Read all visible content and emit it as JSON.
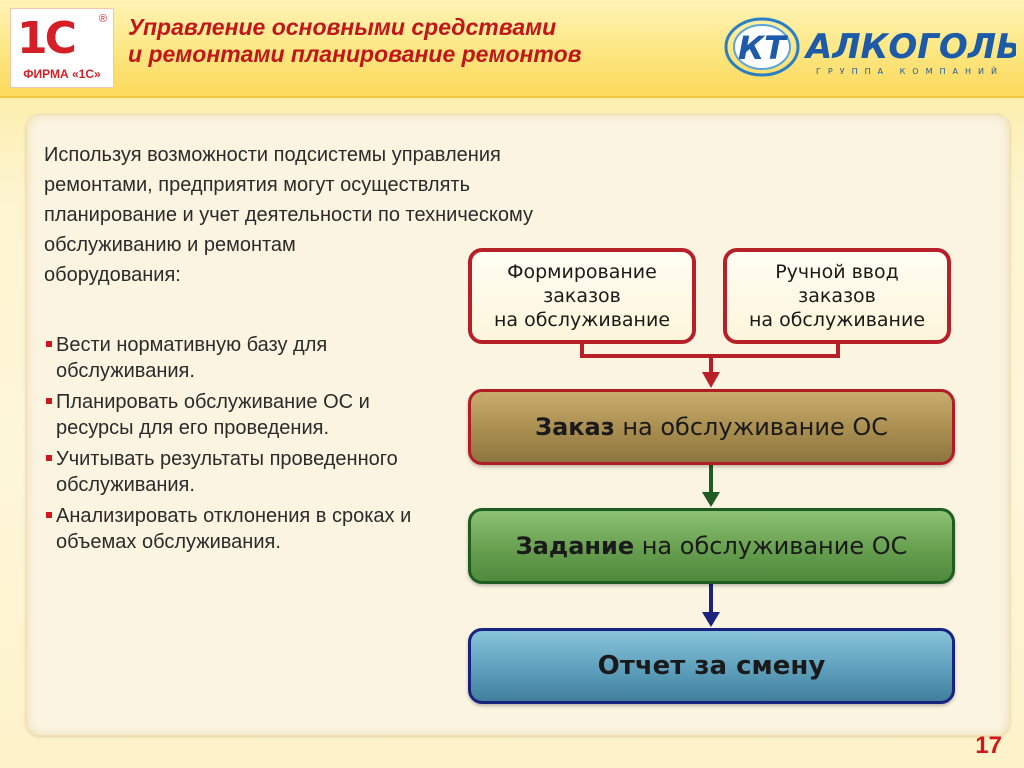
{
  "header": {
    "logo_1c_mark": "1С",
    "logo_1c_reg": "®",
    "logo_1c_caption": "ФИРМА «1С»",
    "title_line1": "Управление основными средствами",
    "title_line2": "и ремонтами планирование ремонтов",
    "partner_logo_mark": "КТ",
    "partner_logo_name": "АЛКОГОЛЬ",
    "partner_logo_subtitle": "ГРУППА КОМПАНИЙ"
  },
  "intro": {
    "lines": [
      "Используя возможности подсистемы управления",
      "ремонтами, предприятия могут осуществлять",
      "планирование и учет деятельности по техническому",
      "обслуживанию и ремонтам",
      "оборудования:"
    ]
  },
  "bullets": [
    "Вести нормативную базу для обслуживания.",
    "Планировать обслуживание ОС и ресурсы для его проведения.",
    "Учитывать результаты проведенного обслуживания.",
    "Анализировать отклонения в сроках и объемах обслуживания."
  ],
  "diagram": {
    "form_orders": [
      "Формирование",
      "заказов",
      "на обслуживание"
    ],
    "manual_orders": [
      "Ручной ввод",
      "заказов",
      "на обслуживание"
    ],
    "order": {
      "bold": "Заказ",
      "rest": " на обслуживание ОС"
    },
    "task": {
      "bold": "Задание",
      "rest": " на обслуживание ОС"
    },
    "report": "Отчет за смену"
  },
  "page_number": "17",
  "colors": {
    "accent_red": "#c1171b",
    "connector_red": "#b82029",
    "connector_green": "#1f5c22",
    "connector_navy": "#1a237e"
  }
}
